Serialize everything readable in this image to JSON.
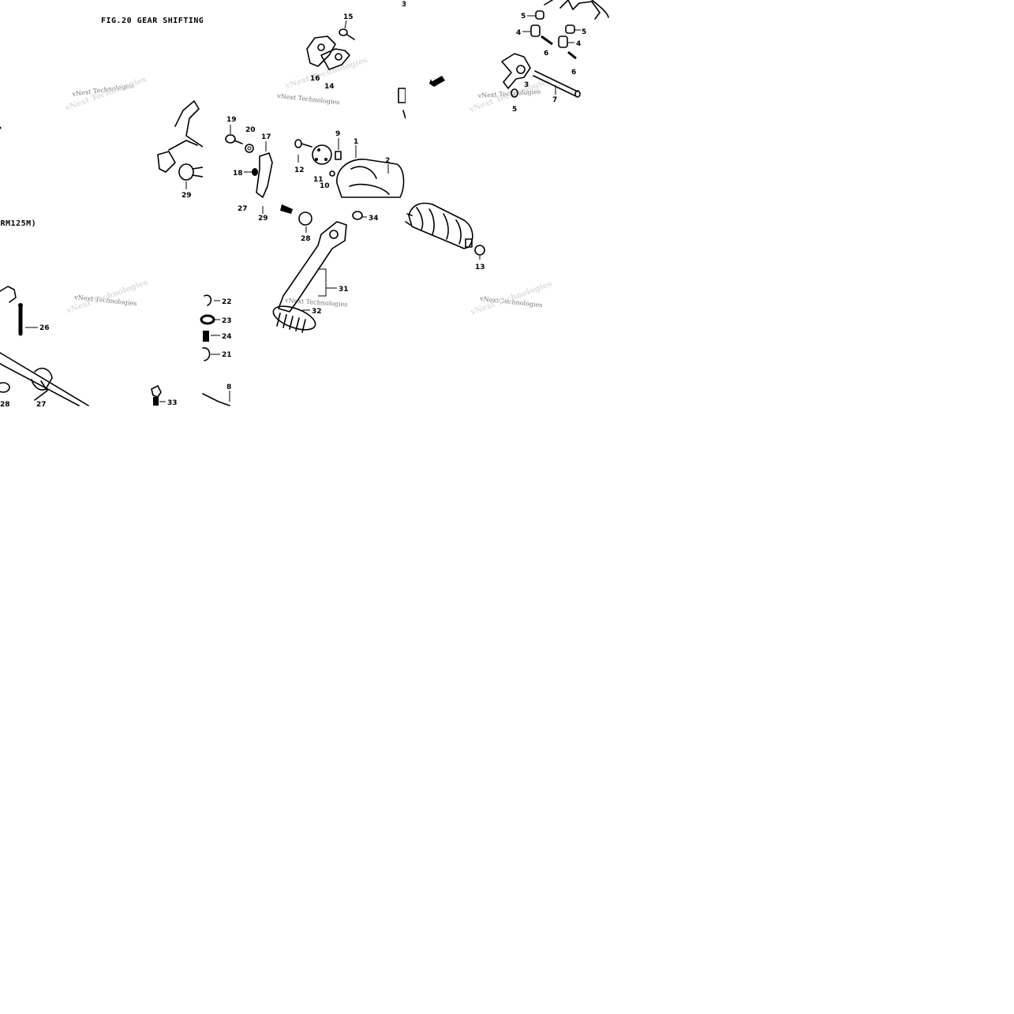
{
  "figure": {
    "title": "FIG.20  GEAR SHIFTING (",
    "subtitle": "(RM125M)"
  },
  "watermark": {
    "text": "vNext Technologies"
  },
  "callouts": {
    "n1": "1",
    "n2": "2",
    "n3": "3",
    "n4": "4",
    "n5": "5",
    "n6": "6",
    "n7": "7",
    "n8": "8",
    "n9": "9",
    "n10": "10",
    "n11": "11",
    "n12": "12",
    "n13": "13",
    "n14": "14",
    "n15": "15",
    "n16": "16",
    "n17": "17",
    "n18": "18",
    "n19": "19",
    "n20": "20",
    "n21": "21",
    "n22": "22",
    "n23": "23",
    "n24": "24",
    "n26": "26",
    "n27": "27",
    "n28": "28",
    "n29": "29",
    "n31": "31",
    "n32": "32",
    "n33": "33",
    "n34": "34"
  }
}
